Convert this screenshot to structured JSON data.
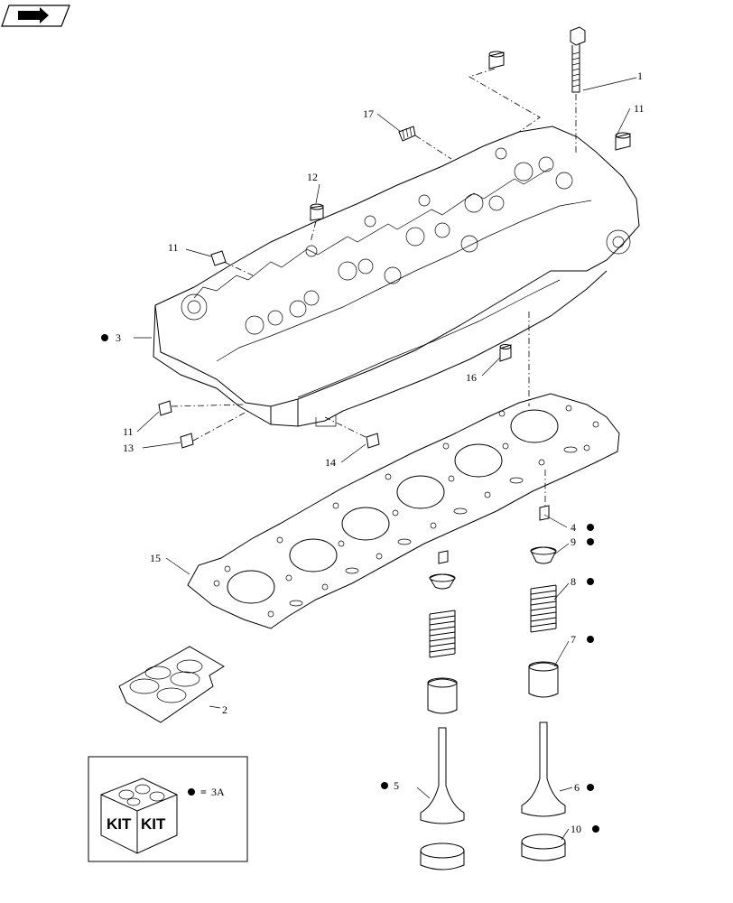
{
  "nav": {
    "icon": "arrow-nav-icon"
  },
  "callouts": {
    "c1": "1",
    "c2": "2",
    "c3": "3",
    "c4": "4",
    "c5": "5",
    "c6": "6",
    "c7": "7",
    "c8": "8",
    "c9": "9",
    "c10": "10",
    "c11a": "11",
    "c11b": "11",
    "c11c": "11",
    "c12": "12",
    "c13": "13",
    "c14": "14",
    "c15": "15",
    "c16": "16",
    "c17": "17"
  },
  "kit": {
    "label_left": "KIT",
    "label_right": "KIT",
    "legend_symbol": "=",
    "legend_ref": "3A"
  },
  "colors": {
    "ink": "#000000",
    "paper": "#ffffff"
  }
}
